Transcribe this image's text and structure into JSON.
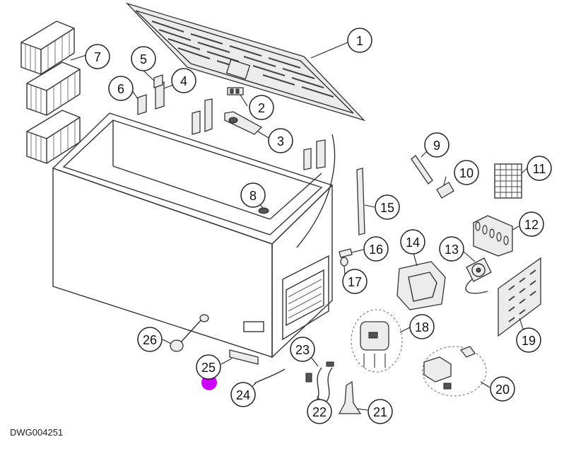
{
  "drawing_code": "DWG004251",
  "callouts": [
    "1",
    "2",
    "3",
    "4",
    "5",
    "6",
    "7",
    "8",
    "9",
    "10",
    "11",
    "12",
    "13",
    "14",
    "15",
    "16",
    "17",
    "18",
    "19",
    "20",
    "21",
    "22",
    "23",
    "24",
    "25",
    "26"
  ],
  "colors": {
    "ink": "#222222",
    "highlight": "#cc00ff"
  }
}
